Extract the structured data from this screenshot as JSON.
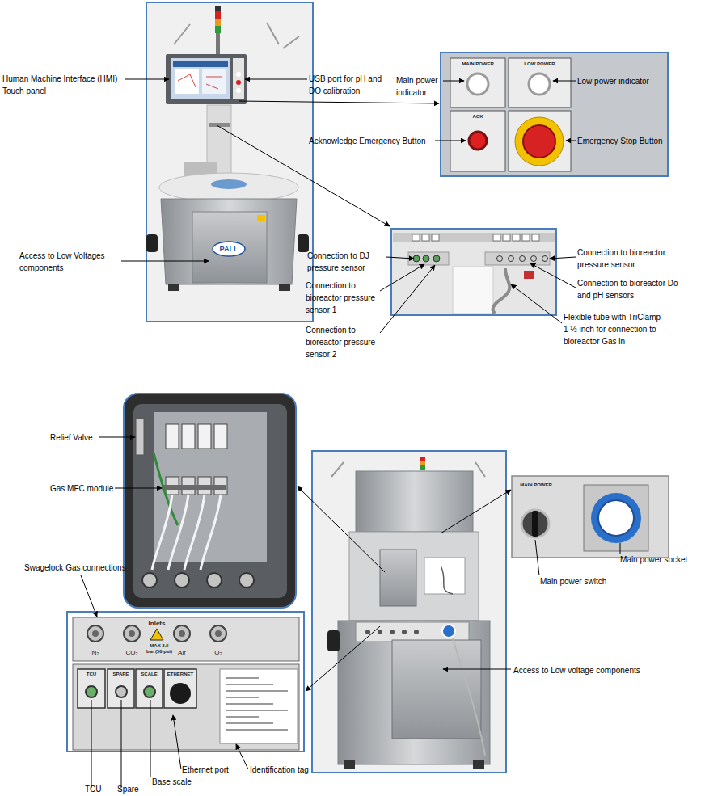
{
  "diagram": {
    "labels": [
      "Human Machine Interface (HMI) Touch panel",
      "USB port for pH and DO calibration",
      "Main power indicator",
      "Low power indicator",
      "Acknowledge Emergency Button",
      "Emergency Stop Button",
      "MAIN POWER",
      "LOW POWER",
      "ACK",
      "PALL",
      "Access to Low Voltages components",
      "Connection to DJ pressure sensor",
      "Connection to bioreactor pressure sensor 1",
      "Connection to bioreactor pressure sensor 2",
      "Connection to bioreactor pressure sensor",
      "Connection to bioreactor Do and pH sensors",
      "Flexible tube with TriClamp 1 ½ inch for connection to bioreactor Gas in",
      "Relief Valve",
      "Gas MFC module",
      "Swagelock Gas connections",
      "Inlets",
      "MAX 3.5 bar (50 psi)",
      "N₂",
      "CO₂",
      "Air",
      "O₂",
      "TCU",
      "SPARE",
      "SCALE",
      "ETHERNET",
      "MAIN POWER",
      "Main power switch",
      "Main power socket",
      "Access to Low voltage components",
      "Ethernet port",
      "Identification tag",
      "Base scale",
      "TCU",
      "Spare"
    ]
  }
}
